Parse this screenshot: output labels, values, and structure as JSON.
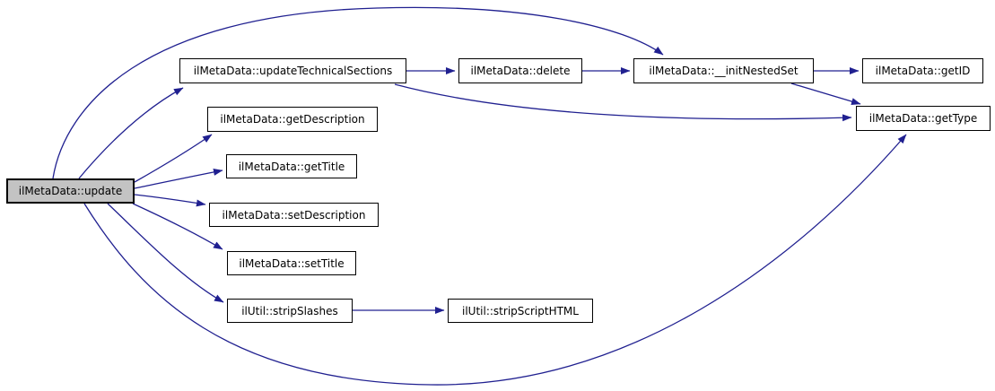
{
  "diagram": {
    "type": "call-graph",
    "colors": {
      "edge": "#202090",
      "node_border": "#000000",
      "node_fill": "#ffffff",
      "focus_fill": "#c3c3c3",
      "background": "#ffffff",
      "text": "#000000"
    },
    "nodes": [
      {
        "id": "update",
        "label": "ilMetaData::update",
        "focused": true
      },
      {
        "id": "updateTechnicalSections",
        "label": "ilMetaData::updateTechnicalSections",
        "focused": false
      },
      {
        "id": "getDescription",
        "label": "ilMetaData::getDescription",
        "focused": false
      },
      {
        "id": "getTitle",
        "label": "ilMetaData::getTitle",
        "focused": false
      },
      {
        "id": "setDescription",
        "label": "ilMetaData::setDescription",
        "focused": false
      },
      {
        "id": "setTitle",
        "label": "ilMetaData::setTitle",
        "focused": false
      },
      {
        "id": "stripSlashes",
        "label": "ilUtil::stripSlashes",
        "focused": false
      },
      {
        "id": "delete",
        "label": "ilMetaData::delete",
        "focused": false
      },
      {
        "id": "initNestedSet",
        "label": "ilMetaData::__initNestedSet",
        "focused": false
      },
      {
        "id": "getID",
        "label": "ilMetaData::getID",
        "focused": false
      },
      {
        "id": "getType",
        "label": "ilMetaData::getType",
        "focused": false
      },
      {
        "id": "stripScriptHTML",
        "label": "ilUtil::stripScriptHTML",
        "focused": false
      }
    ],
    "edges": [
      {
        "from": "ilMetaData::update",
        "to": "ilMetaData::updateTechnicalSections"
      },
      {
        "from": "ilMetaData::update",
        "to": "ilMetaData::getDescription"
      },
      {
        "from": "ilMetaData::update",
        "to": "ilMetaData::getTitle"
      },
      {
        "from": "ilMetaData::update",
        "to": "ilMetaData::setDescription"
      },
      {
        "from": "ilMetaData::update",
        "to": "ilMetaData::setTitle"
      },
      {
        "from": "ilMetaData::update",
        "to": "ilUtil::stripSlashes"
      },
      {
        "from": "ilMetaData::update",
        "to": "ilMetaData::__initNestedSet"
      },
      {
        "from": "ilMetaData::update",
        "to": "ilMetaData::getType"
      },
      {
        "from": "ilMetaData::updateTechnicalSections",
        "to": "ilMetaData::delete"
      },
      {
        "from": "ilMetaData::updateTechnicalSections",
        "to": "ilMetaData::getType"
      },
      {
        "from": "ilMetaData::delete",
        "to": "ilMetaData::__initNestedSet"
      },
      {
        "from": "ilMetaData::__initNestedSet",
        "to": "ilMetaData::getID"
      },
      {
        "from": "ilMetaData::__initNestedSet",
        "to": "ilMetaData::getType"
      },
      {
        "from": "ilUtil::stripSlashes",
        "to": "ilUtil::stripScriptHTML"
      }
    ]
  }
}
